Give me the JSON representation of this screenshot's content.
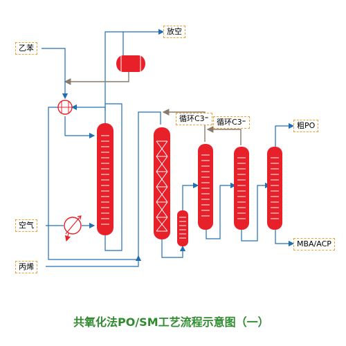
{
  "labels": {
    "vent": "放空",
    "ethylbenzene": "乙苯",
    "air": "空气",
    "propylene": "丙烯",
    "recycle_c3_a": "循环C3⁼",
    "recycle_c3_b": "循环C3⁼",
    "crude_po": "粗PO",
    "mba_acp": "MBA/ACP"
  },
  "title": "共氧化法PO/SM工艺流程示意图（一）",
  "colors": {
    "vessel": "#e8202a",
    "line": "#1f6fb5",
    "recycle_line": "#8a7a6a",
    "label_border": "#f0a030",
    "title": "#2e8b2e"
  }
}
